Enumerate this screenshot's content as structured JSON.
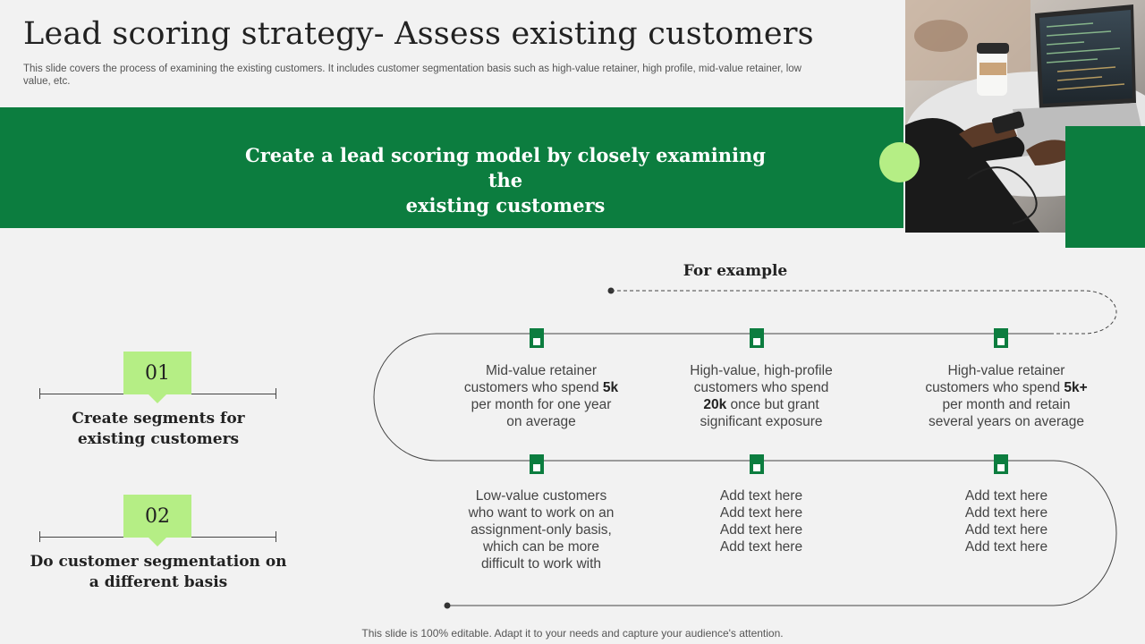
{
  "header": {
    "title": "Lead scoring strategy- Assess existing customers",
    "subtitle": "This slide covers the process of examining the existing customers. It includes customer segmentation basis such as high-value retainer, high profile, mid-value retainer,  low value, etc."
  },
  "banner": {
    "line1": "Create a lead scoring model by closely examining the",
    "line2": "existing customers"
  },
  "steps": [
    {
      "number": "01",
      "line1": "Create segments for",
      "line2": "existing customers"
    },
    {
      "number": "02",
      "line1": "Do customer segmentation on",
      "line2": "a different basis"
    }
  ],
  "for_example": "For example",
  "cards": {
    "c1": {
      "l1": "Mid-value retainer",
      "l2a": "customers who spend ",
      "l2b": "5k",
      "l3": "per month for one year",
      "l4": "on average"
    },
    "c2": {
      "l1": "High-value,  high-profile",
      "l2": "customers who spend",
      "l3a": "20k",
      "l3b": " once but grant",
      "l4": "significant exposure"
    },
    "c3": {
      "l1": "High-value retainer",
      "l2a": "customers who spend ",
      "l2b": "5k+",
      "l3": "per month and retain",
      "l4": "several years on average"
    },
    "c4": {
      "l1": "Low-value  customers",
      "l2": "who want to work on an",
      "l3": "assignment-only  basis,",
      "l4": "which can be more",
      "l5": "difficult to work with"
    },
    "c5": {
      "lines": [
        "Add text here",
        "Add text here",
        "Add text here",
        "Add text here"
      ]
    },
    "c6": {
      "lines": [
        "Add text here",
        "Add text here",
        "Add text here",
        "Add text here"
      ]
    }
  },
  "footer": "This slide is 100% editable. Adapt it to your needs and capture your audience's attention.",
  "colors": {
    "green": "#0c7d3f",
    "light_green": "#b5ee85",
    "background": "#f2f2f2"
  },
  "photo": {
    "description_icon": "laptop-workspace-photo"
  }
}
